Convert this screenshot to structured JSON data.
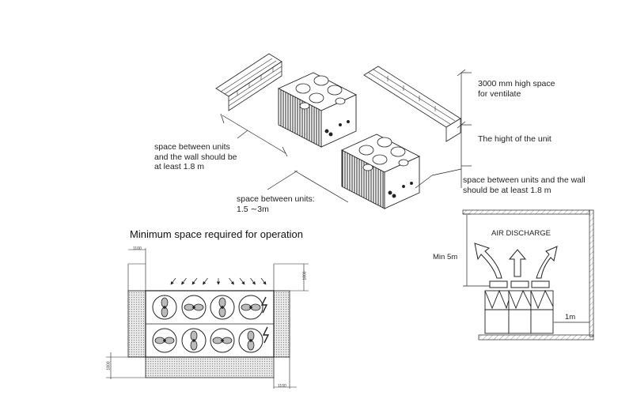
{
  "top": {
    "label_height_space": "3000 mm high space\nfor ventilate",
    "label_unit_height": "The hight of the unit",
    "label_wall_left": "space between units\nand the wall should be\nat least 1.8 m",
    "label_wall_right": "space between units and the wall\nshould be at least 1.8 m",
    "label_between_units": "space between units:\n1.5 ∼3m"
  },
  "plan": {
    "title": "Minimum space required for operation",
    "dim_top": "1100",
    "dim_bottom": "1100",
    "dim_right": "1800",
    "dim_left": "1800"
  },
  "discharge": {
    "title": "AIR DISCHARGE",
    "min_height": "Min 5m",
    "side_gap": "1m"
  }
}
